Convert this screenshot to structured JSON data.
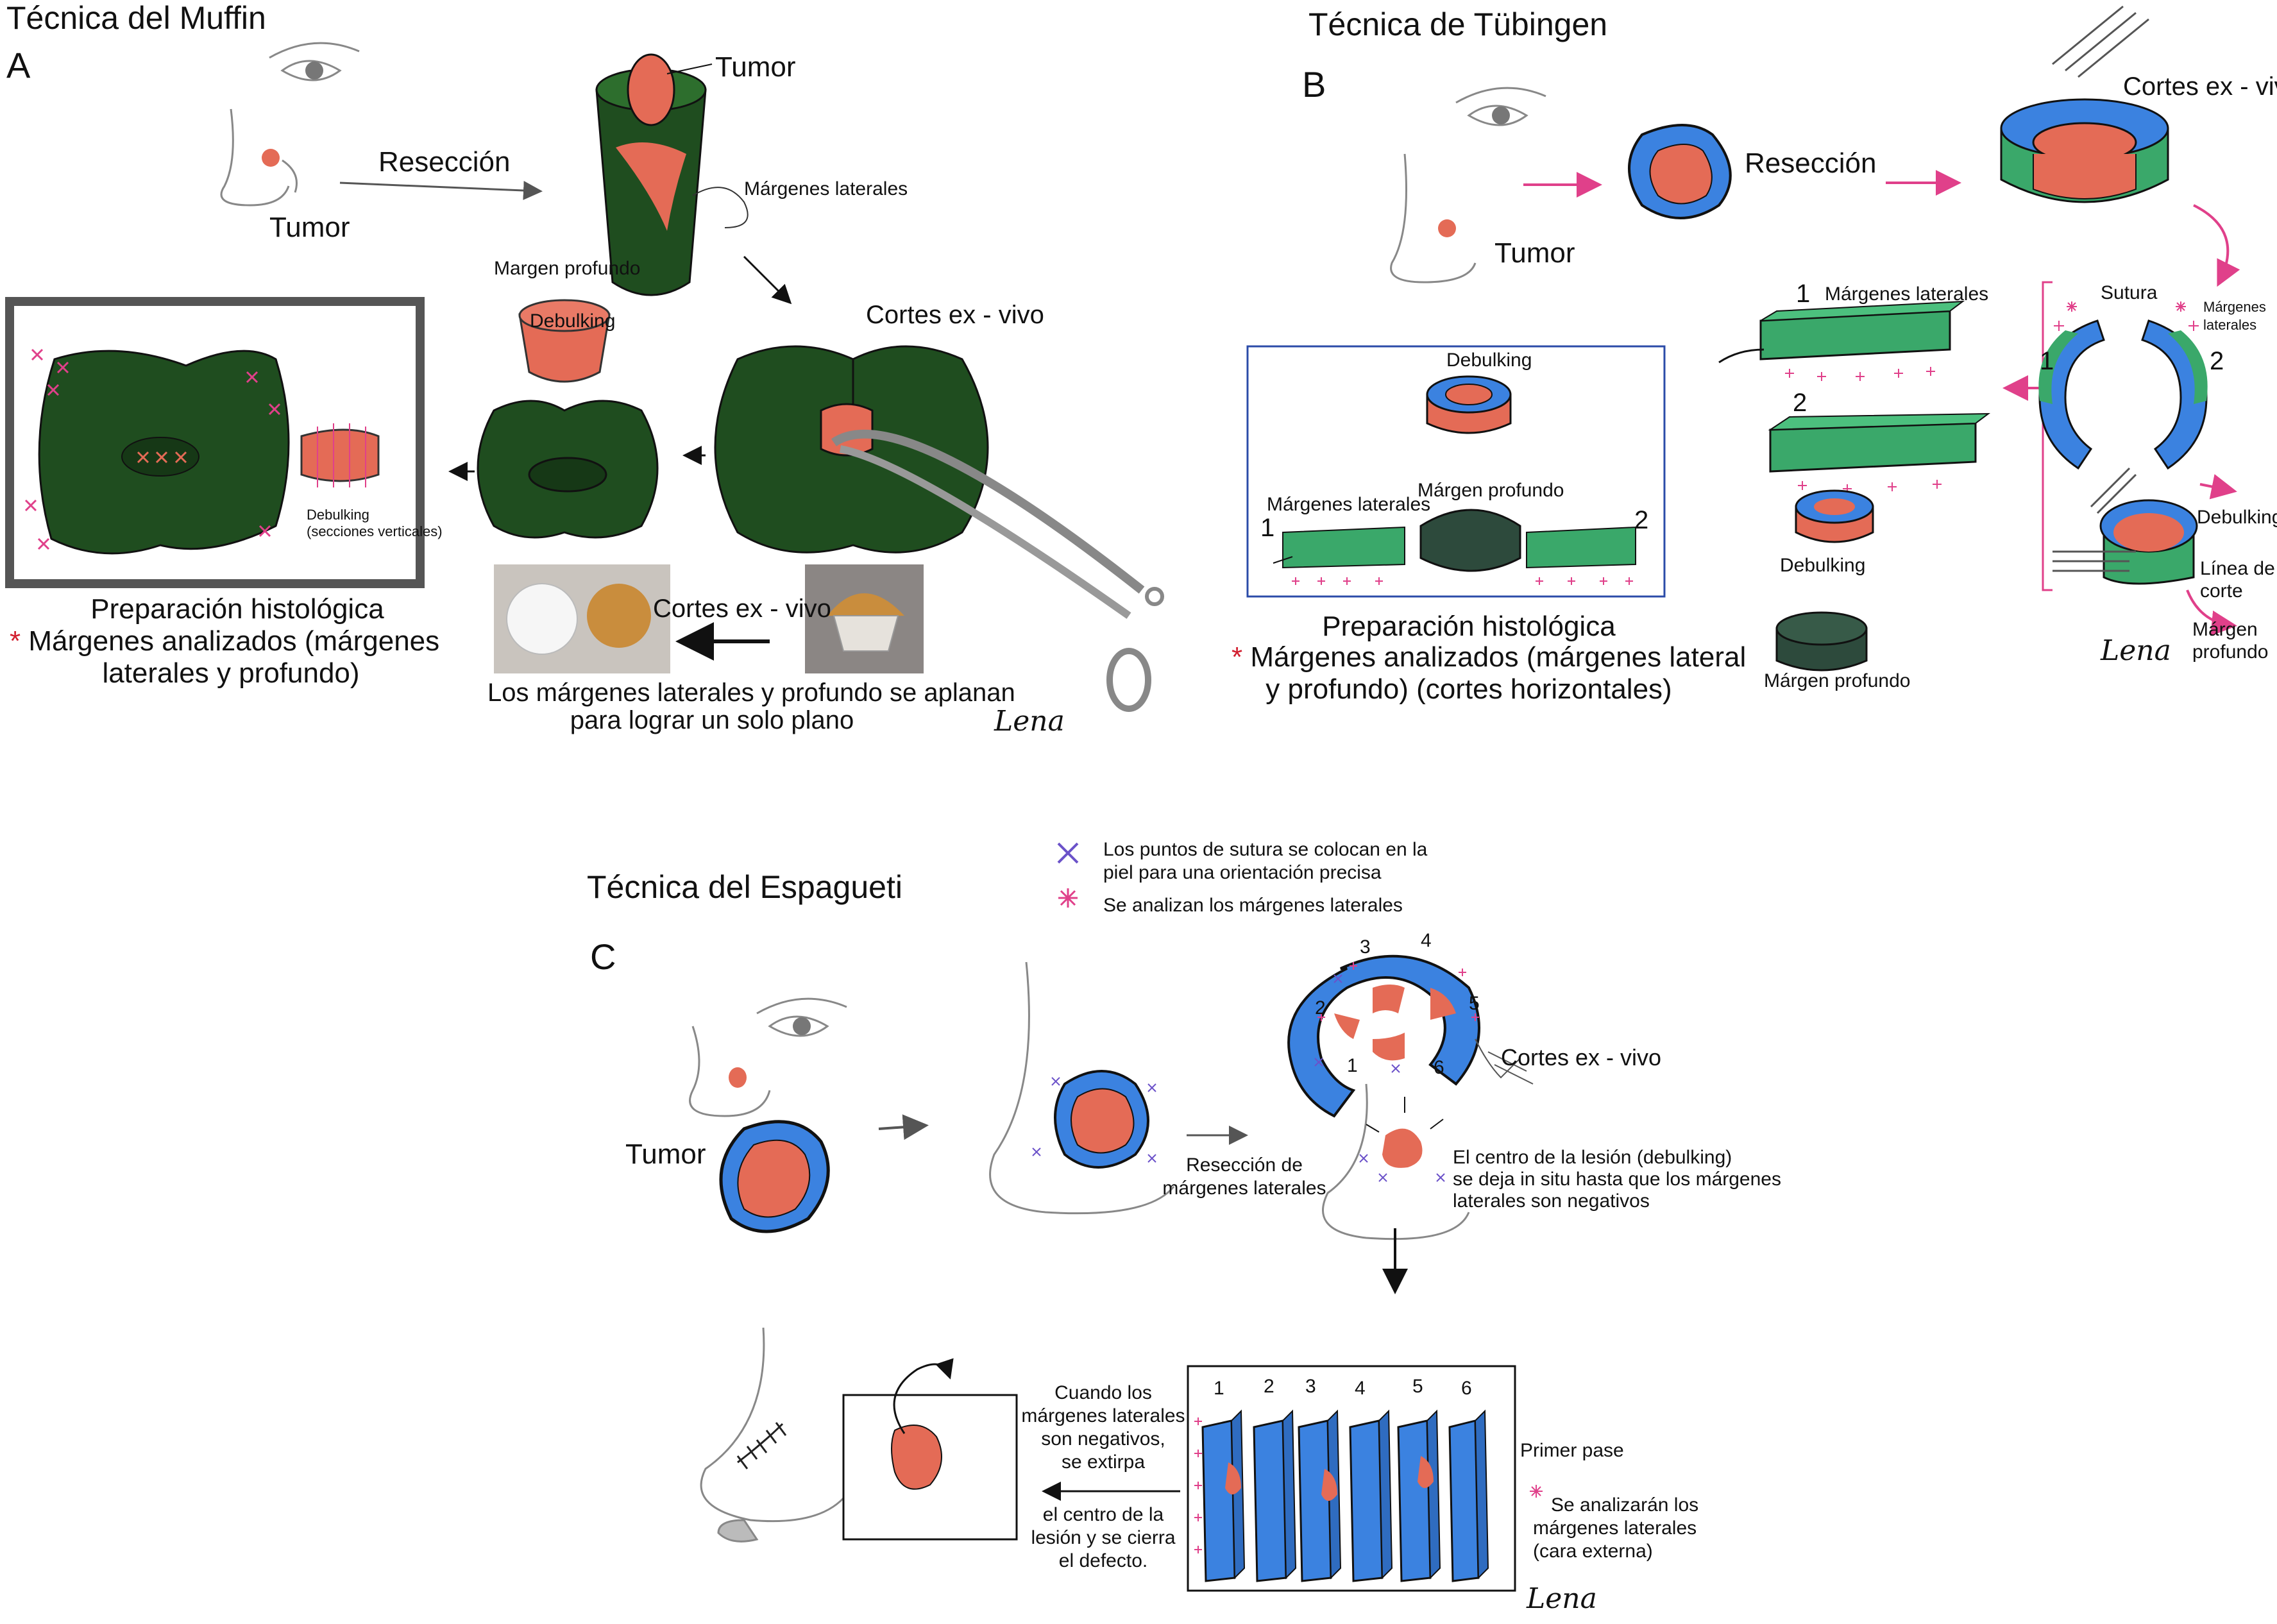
{
  "colors": {
    "dark_green": "#1f4d1f",
    "light_green": "#3aa86a",
    "tumor": "#e46b56",
    "blue": "#3b82e0",
    "magenta": "#e0408a",
    "box_blue": "#2b4ba8"
  },
  "panel_a": {
    "title": "Técnica del Muffin",
    "letter": "A",
    "tumor_label_face": "Tumor",
    "reseccion": "Resección",
    "tumor_label_top": "Tumor",
    "margenes_laterales": "Márgenes laterales",
    "margen_profundo": "Margen profundo",
    "debulking": "Debulking",
    "cortes_ex_vivo_1": "Cortes ex - vivo",
    "cortes_ex_vivo_2": "Cortes ex - vivo",
    "debulking_small": "Debulking",
    "secciones_verticales": "(secciones verticales)",
    "prep_title": "Preparación histológica",
    "prep_asterisk": "*",
    "prep_line1": "Márgenes analizados (márgenes",
    "prep_line2": "laterales y profundo)",
    "caption_line1": "Los márgenes laterales y profundo se aplanan",
    "caption_line2": "para lograr un solo plano",
    "signature": "Lena"
  },
  "panel_b": {
    "title": "Técnica de Tübingen",
    "letter": "B",
    "tumor": "Tumor",
    "reseccion": "Resección",
    "cortes_ex_vivo": "Cortes ex - vivo",
    "one": "1",
    "two": "2",
    "margenes_laterales_1": "Márgenes laterales",
    "sutura": "Sutura",
    "margenes_side_1": "Márgenes",
    "margenes_side_2": "laterales",
    "box_debulking": "Debulking",
    "box_margenes_laterales": "Márgenes laterales",
    "box_margen_profundo": "Márgen profundo",
    "box_one": "1",
    "box_two": "2",
    "debulking_mid": "Debulking",
    "margen_profundo_bottom": "Márgen profundo",
    "right_debulking": "Debulking",
    "linea_1": "Línea de",
    "linea_2": "corte",
    "margen_prof_1": "Márgen",
    "margen_prof_2": "profundo",
    "prep_title": "Preparación histológica",
    "prep_asterisk": "*",
    "prep_line1": "Márgenes analizados (márgenes lateral",
    "prep_line2": "y profundo) (cortes horizontales)",
    "signature": "Lena"
  },
  "panel_c": {
    "title": "Técnica del Espagueti",
    "letter": "C",
    "legend_suture_1": "Los puntos de sutura se colocan en la",
    "legend_suture_2": "piel para una orientación precisa",
    "legend_margins": "Se analizan los márgenes laterales",
    "tumor": "Tumor",
    "reseccion_1": "Resección de",
    "reseccion_2": "márgenes laterales",
    "cortes_ex_vivo": "Cortes ex - vivo",
    "centro_1": "El centro de la lesión (debulking)",
    "centro_2": "se deja in situ hasta que los márgenes",
    "centro_3": "laterales son negativos",
    "ring_numbers": [
      "1",
      "2",
      "3",
      "4",
      "5",
      "6"
    ],
    "strip_numbers": [
      "1",
      "2",
      "3",
      "4",
      "5",
      "6"
    ],
    "primer_pase": "Primer pase",
    "analizaran_1": "Se analizarán los",
    "analizaran_2": "márgenes laterales",
    "analizaran_3": "(cara externa)",
    "cuando_1": "Cuando los",
    "cuando_2": "márgenes laterales",
    "cuando_3": "son negativos,",
    "cuando_4": "se extirpa",
    "centro_lesion_1": "el centro de la",
    "centro_lesion_2": "lesión y se cierra",
    "centro_lesion_3": "el defecto.",
    "signature": "Lena"
  }
}
